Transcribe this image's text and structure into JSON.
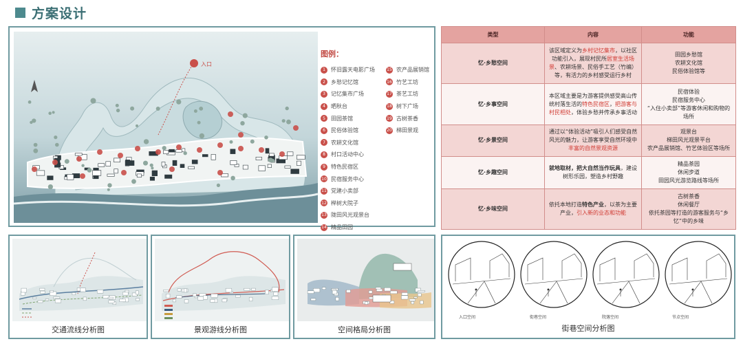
{
  "header": {
    "title": "方案设计"
  },
  "plan": {
    "entrance_label": "入口",
    "legend_title": "图例：",
    "legend": [
      {
        "num": "1",
        "label": "怀旧露天电影广场"
      },
      {
        "num": "2",
        "label": "乡愁记忆馆"
      },
      {
        "num": "3",
        "label": "记忆集市广场"
      },
      {
        "num": "4",
        "label": "晒秋台"
      },
      {
        "num": "5",
        "label": "田园茶馆"
      },
      {
        "num": "6",
        "label": "民俗体验馆"
      },
      {
        "num": "7",
        "label": "农耕文化馆"
      },
      {
        "num": "8",
        "label": "村口活动中心"
      },
      {
        "num": "9",
        "label": "特色民宿区"
      },
      {
        "num": "10",
        "label": "民宿服务中心"
      },
      {
        "num": "11",
        "label": "党建小卖部"
      },
      {
        "num": "12",
        "label": "榉树大院子"
      },
      {
        "num": "13",
        "label": "陇田风光观景台"
      },
      {
        "num": "14",
        "label": "精品田园"
      },
      {
        "num": "15",
        "label": "农产品展销馆"
      },
      {
        "num": "16",
        "label": "竹艺工坊"
      },
      {
        "num": "17",
        "label": "茶艺工坊"
      },
      {
        "num": "18",
        "label": "树下广场"
      },
      {
        "num": "19",
        "label": "古树茶香"
      },
      {
        "num": "20",
        "label": "梯田景观"
      }
    ]
  },
  "table": {
    "headers": [
      "类型",
      "内容",
      "功能"
    ],
    "rows": [
      {
        "type": "忆·乡愁空间",
        "content": [
          {
            "t": "该区域定义为"
          },
          {
            "t": "乡村记忆集市",
            "red": true
          },
          {
            "t": "，以社区功能引入，展现村民所"
          },
          {
            "t": "居室生活场景",
            "red": true
          },
          {
            "t": "、农耕场景、民俗手工艺（竹编）等，有活力的乡村感受运行乡村"
          }
        ],
        "func": [
          "田园乡愁馆",
          "农耕文化馆",
          "民俗体验馆等"
        ]
      },
      {
        "type": "忆·乡事空间",
        "content": [
          {
            "t": "本区域主要是为游客提供感受高山传统村落生活的"
          },
          {
            "t": "特色民宿区",
            "red": true
          },
          {
            "t": "，"
          },
          {
            "t": "把游客与村民相处",
            "red": true
          },
          {
            "t": "，体验乡愁并传承乡事活动"
          }
        ],
        "func": [
          "民宿体验",
          "民宿服务中心",
          "“入住小卖部”等游客休闲和购物的场所"
        ]
      },
      {
        "type": "忆·乡景空间",
        "content": [
          {
            "t": "通过以"
          },
          {
            "t": "“体验活动”",
            "red": false
          },
          {
            "t": "吸引人们感受自然风光的魅力，让游客享受自然环境中"
          },
          {
            "t": "丰富的自然景观资源",
            "red": true
          }
        ],
        "func": [
          "观景台",
          "梯田风光观景平台",
          "农产品展销馆、竹艺体验区等场所"
        ]
      },
      {
        "type": "忆·乡趣空间",
        "content": [
          {
            "t": "就地取材，把大自然当作玩具",
            "bold": true
          },
          {
            "t": "，建设树形乐园，塑造乡村野趣"
          }
        ],
        "func": [
          "精品茶园",
          "休闲步道",
          "田园风光游览路线等场所"
        ]
      },
      {
        "type": "忆·乡味空间",
        "content": [
          {
            "t": "依托本地打造"
          },
          {
            "t": "特色产业",
            "bold": true
          },
          {
            "t": "，以茶为主要产业，"
          },
          {
            "t": "引入新的业态和功能",
            "red": true
          }
        ],
        "func": [
          "古树茶香",
          "休闲餐厅",
          "依托茶园等打造的游客服务与“乡忆”中的乡味"
        ]
      }
    ]
  },
  "analysis": {
    "traffic_caption": "交通流线分析图",
    "scenic_caption": "景观游线分析图",
    "space_caption": "空间格局分析图",
    "street_caption": "街巷空间分析图",
    "street_labels": [
      "入口空间",
      "街巷空间",
      "院落空间",
      "节点空间"
    ]
  },
  "colors": {
    "accent": "#4d8a8e",
    "header_text": "#3b6f74",
    "panel_border": "#6f9aa0",
    "legend_red": "#c9504a",
    "table_header": "#e4a3a0",
    "table_pink": "#f3d6d4"
  }
}
